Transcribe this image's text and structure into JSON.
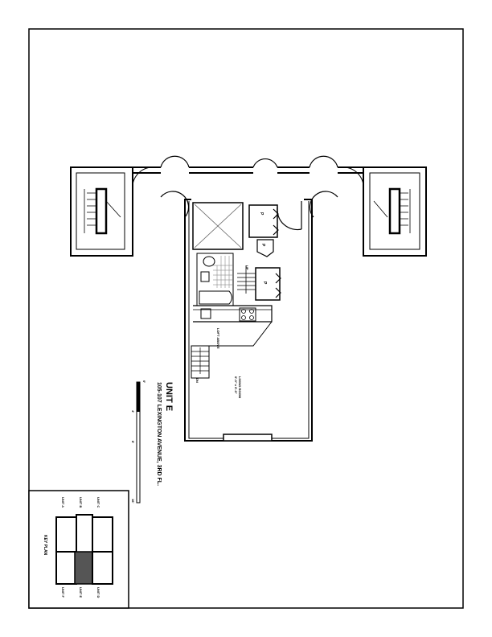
{
  "title": {
    "unit": "UNIT E",
    "address": "105-107 LEXINGTON AVENUE, 3RD FL."
  },
  "rooms": {
    "living_room": "LIVING ROOM",
    "living_dims": "0'-0\" x 0'-0\"",
    "loft": "LOFT ABOVE",
    "pantry": "P",
    "up": "UP",
    "dn": "DN"
  },
  "scale": [
    "0'",
    "4'",
    "8'",
    "16'"
  ],
  "key_plan": {
    "label": "KEY PLAN",
    "top_units": [
      "UNIT A",
      "UNIT B",
      "UNIT C"
    ],
    "bottom_units": [
      "UNIT F",
      "UNIT E",
      "UNIT D"
    ],
    "highlight_color": "#555555"
  }
}
